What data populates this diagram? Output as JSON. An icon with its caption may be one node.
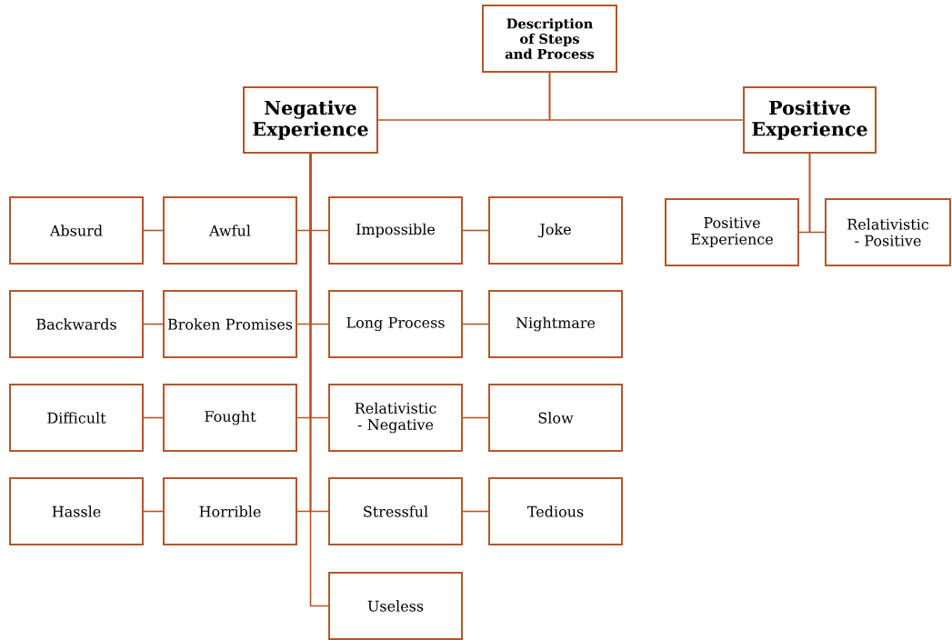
{
  "diagram": {
    "nodes": [
      {
        "text": [
          "Description of Steps and Process"
        ]
      },
      {
        "text": [
          "Negative Experience"
        ]
      },
      {
        "text": [
          "Positive Experience"
        ]
      },
      {
        "text": [
          "Absurd"
        ]
      },
      {
        "text": [
          "Awful"
        ]
      },
      {
        "text": [
          "Impossible"
        ]
      },
      {
        "text": [
          "Joke"
        ]
      },
      {
        "text": [
          "Positive Experience"
        ]
      },
      {
        "text": [
          "Relativistic - Positive"
        ]
      },
      {
        "text": [
          "Backwards"
        ]
      },
      {
        "text": [
          "Broken Promises"
        ]
      },
      {
        "text": [
          "Long Process"
        ]
      },
      {
        "text": [
          "Nightmare"
        ]
      },
      {
        "text": [
          "Difficult"
        ]
      },
      {
        "text": [
          "Fought"
        ]
      },
      {
        "text": [
          "Relativistic - Negative"
        ]
      },
      {
        "text": [
          "Slow"
        ]
      },
      {
        "text": [
          "Hassle"
        ]
      },
      {
        "text": [
          "Horrible"
        ]
      },
      {
        "text": [
          "Stressful"
        ]
      },
      {
        "text": [
          "Tedious"
        ]
      },
      {
        "text": [
          "Useless"
        ]
      }
    ],
    "edges": [
      {
        "from": 0,
        "to": 1,
        "arrow": "none"
      },
      {
        "from": 0,
        "to": 2,
        "arrow": "none"
      },
      {
        "from": 1,
        "to": 4,
        "arrow": "none"
      },
      {
        "from": 1,
        "to": 5,
        "arrow": "none"
      },
      {
        "from": 1,
        "to": 10,
        "arrow": "none"
      },
      {
        "from": 1,
        "to": 11,
        "arrow": "none"
      },
      {
        "from": 1,
        "to": 14,
        "arrow": "none"
      },
      {
        "from": 1,
        "to": 15,
        "arrow": "none"
      },
      {
        "from": 1,
        "to": 18,
        "arrow": "none"
      },
      {
        "from": 1,
        "to": 19,
        "arrow": "none"
      },
      {
        "from": 1,
        "to": 21,
        "arrow": "none"
      },
      {
        "from": 3,
        "to": 4,
        "arrow": "none"
      },
      {
        "from": 5,
        "to": 6,
        "arrow": "none"
      },
      {
        "from": 9,
        "to": 10,
        "arrow": "none"
      },
      {
        "from": 11,
        "to": 12,
        "arrow": "none"
      },
      {
        "from": 13,
        "to": 14,
        "arrow": "none"
      },
      {
        "from": 15,
        "to": 16,
        "arrow": "none"
      },
      {
        "from": 17,
        "to": 18,
        "arrow": "none"
      },
      {
        "from": 19,
        "to": 20,
        "arrow": "none"
      },
      {
        "from": 2,
        "to": 7,
        "arrow": "none"
      },
      {
        "from": 2,
        "to": 8,
        "arrow": "none"
      }
    ]
  }
}
